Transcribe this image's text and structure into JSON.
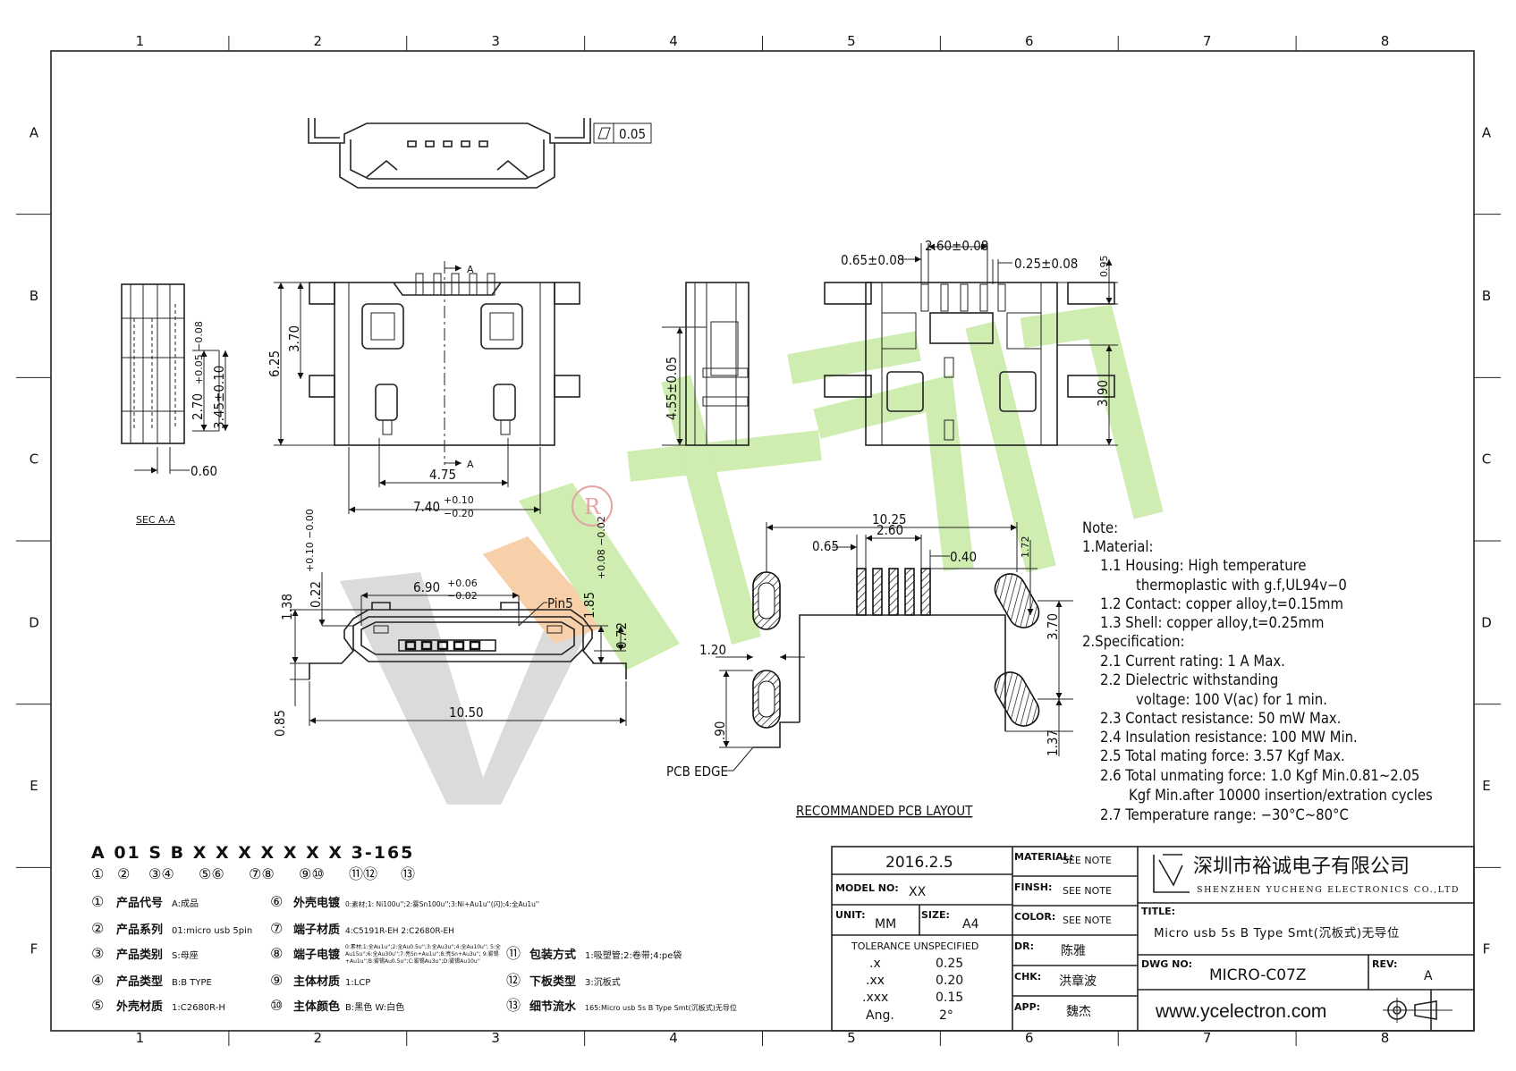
{
  "frame": {
    "col_labels": [
      "1",
      "2",
      "3",
      "4",
      "5",
      "6",
      "7",
      "8"
    ],
    "row_labels": [
      "A",
      "B",
      "C",
      "D",
      "E",
      "F"
    ]
  },
  "views": {
    "flatness": "0.05",
    "section_label": "SEC A-A",
    "section_marks": [
      "A",
      "A"
    ],
    "pcb_layout_title": "RECOMMANDED PCB LAYOUT",
    "pcb_edge": "PCB EDGE",
    "pin5": "Pin5"
  },
  "dims": {
    "d_070": "2.70",
    "d_070_tol": "+0.05 −0.08",
    "d_345": "3.45±0.10",
    "d_060": "0.60",
    "d_625": "6.25",
    "d_370": "3.70",
    "d_475": "4.75",
    "d_740": "7.40",
    "d_740_tol_up": "+0.10",
    "d_740_tol_dn": "−0.20",
    "d_455": "4.55±0.05",
    "d_065": "0.65±0.08",
    "d_260": "2.60±0.08",
    "d_025": "0.25±0.08",
    "d_095": "0.95",
    "d_390": "3.90",
    "d_138": "1.38",
    "d_022": "0.22",
    "d_022_tol": "+0.10 −0.00",
    "d_690": "6.90",
    "d_690_tol_up": "+0.06",
    "d_690_tol_dn": "−0.02",
    "d_185": "1.85",
    "d_185_tol": "+0.08 −0.02",
    "d_072": "0.72",
    "d_085": "0.85",
    "d_1050": "10.50",
    "p_1025": "10.25",
    "p_065": "0.65",
    "p_260": "2.60",
    "p_040": "0.40",
    "p_172": "1.72",
    "p_370": "3.70",
    "p_120": "1.20",
    "p_090": ".90",
    "p_137": "1.37"
  },
  "notes": {
    "title": "Note:",
    "lines": [
      "1.Material:",
      "1.1  Housing:  High  temperature",
      "thermoplastic  with  g.f,UL94v−0",
      "1.2  Contact:  copper  alloy,t=0.15mm",
      "1.3  Shell:  copper  alloy,t=0.25mm",
      "2.Specification:",
      "2.1  Current  rating:  1  A  Max.",
      "2.2  Dielectric  withstanding",
      "voltage:  100  V(ac)  for  1  min.",
      "2.3  Contact  resistance:  50  mW  Max.",
      "2.4  Insulation  resistance:  100  MW  Min.",
      "2.5  Total  mating  force:  3.57  Kgf  Max.",
      "2.6  Total  unmating  force:  1.0  Kgf  Min.0.81~2.05",
      "Kgf  Min.after  10000  insertion/extration  cycles",
      "2.7  Temperature  range:  −30°C~80°C"
    ]
  },
  "part_code": {
    "code": "A 01 S B X X X X X X X 3-165",
    "circles": [
      "①",
      "②",
      "③④",
      "⑤⑥",
      "⑦⑧",
      "⑨⑩",
      "⑪⑫",
      "⑬"
    ],
    "legend": [
      {
        "num": "①",
        "label": "产品代号",
        "value": "A:成品"
      },
      {
        "num": "②",
        "label": "产品系列",
        "value": "01:micro usb 5pin"
      },
      {
        "num": "③",
        "label": "产品类别",
        "value": "S:母座"
      },
      {
        "num": "④",
        "label": "产品类型",
        "value": "B:B TYPE"
      },
      {
        "num": "⑤",
        "label": "外壳材质",
        "value": "1:C2680R-H"
      },
      {
        "num": "⑥",
        "label": "外壳电镀",
        "value": "0:素材;1: Ni100u'';2:雾Sn100u'';3:Ni+Au1u''(闪);4:全Au1u''"
      },
      {
        "num": "⑦",
        "label": "端子材质",
        "value": "4:C5191R-EH  2:C2680R-EH"
      },
      {
        "num": "⑧",
        "label": "端子电镀",
        "value": "0:素材;1:全Au1u'';2:全Au0.5u'';3:全Au3u'';4:全Au10u''; 5:全Au15u'';6:全Au30u'';7:亮Sn+Au1u'';8:亮Sn+Au3u''; 9:雾锡+Au1u'';B:雾锡Au0.5u'';C:雾锡Au3u'';D:雾锡Au10u''"
      },
      {
        "num": "⑨",
        "label": "主体材质",
        "value": "1:LCP"
      },
      {
        "num": "⑩",
        "label": "主体颜色",
        "value": "B:黑色   W:白色"
      },
      {
        "num": "⑪",
        "label": "包装方式",
        "value": "1:吸塑管;2:卷带;4:pe袋"
      },
      {
        "num": "⑫",
        "label": "下板类型",
        "value": "3:沉板式"
      },
      {
        "num": "⑬",
        "label": "细节流水",
        "value": "165:Micro usb 5s B Type Smt(沉板式)无导位"
      }
    ]
  },
  "title_block": {
    "date": "2016.2.5",
    "model_label": "MODEL NO:",
    "model_value": "XX",
    "unit_label": "UNIT:",
    "unit_value": "MM",
    "size_label": "SIZE:",
    "size_value": "A4",
    "tolerance_title": "TOLERANCE  UNSPECIFIED",
    "tolerances": [
      {
        "key": ".x",
        "value": "0.25"
      },
      {
        "key": ".xx",
        "value": "0.20"
      },
      {
        "key": ".xxx",
        "value": "0.15"
      },
      {
        "key": "Ang.",
        "value": "2°"
      }
    ],
    "material_label": "MATERIAL:",
    "material_value": "SEE NOTE",
    "finish_label": "FINSH:",
    "finish_value": "SEE NOTE",
    "color_label": "COLOR:",
    "color_value": "SEE NOTE",
    "dr_label": "DR:",
    "dr_value": "陈雅",
    "chk_label": "CHK:",
    "chk_value": "洪章波",
    "app_label": "APP:",
    "app_value": "魏杰",
    "company_cn": "深圳市裕诚电子有限公司",
    "company_en": "SHENZHEN YUCHENG ELECTRONICS CO.,LTD",
    "title_label": "TITLE:",
    "title_value": "Micro usb 5s B Type Smt(沉板式)无导位",
    "dwg_label": "DWG NO:",
    "dwg_value": "MICRO-C07Z",
    "rev_label": "REV:",
    "rev_value": "A",
    "website": "www.ycelectron.com"
  },
  "colors": {
    "watermark_green": "#c7e9a4",
    "watermark_gray": "#cfcfcf",
    "watermark_orange": "#f6c79a",
    "registered_red": "#e39a9a"
  }
}
